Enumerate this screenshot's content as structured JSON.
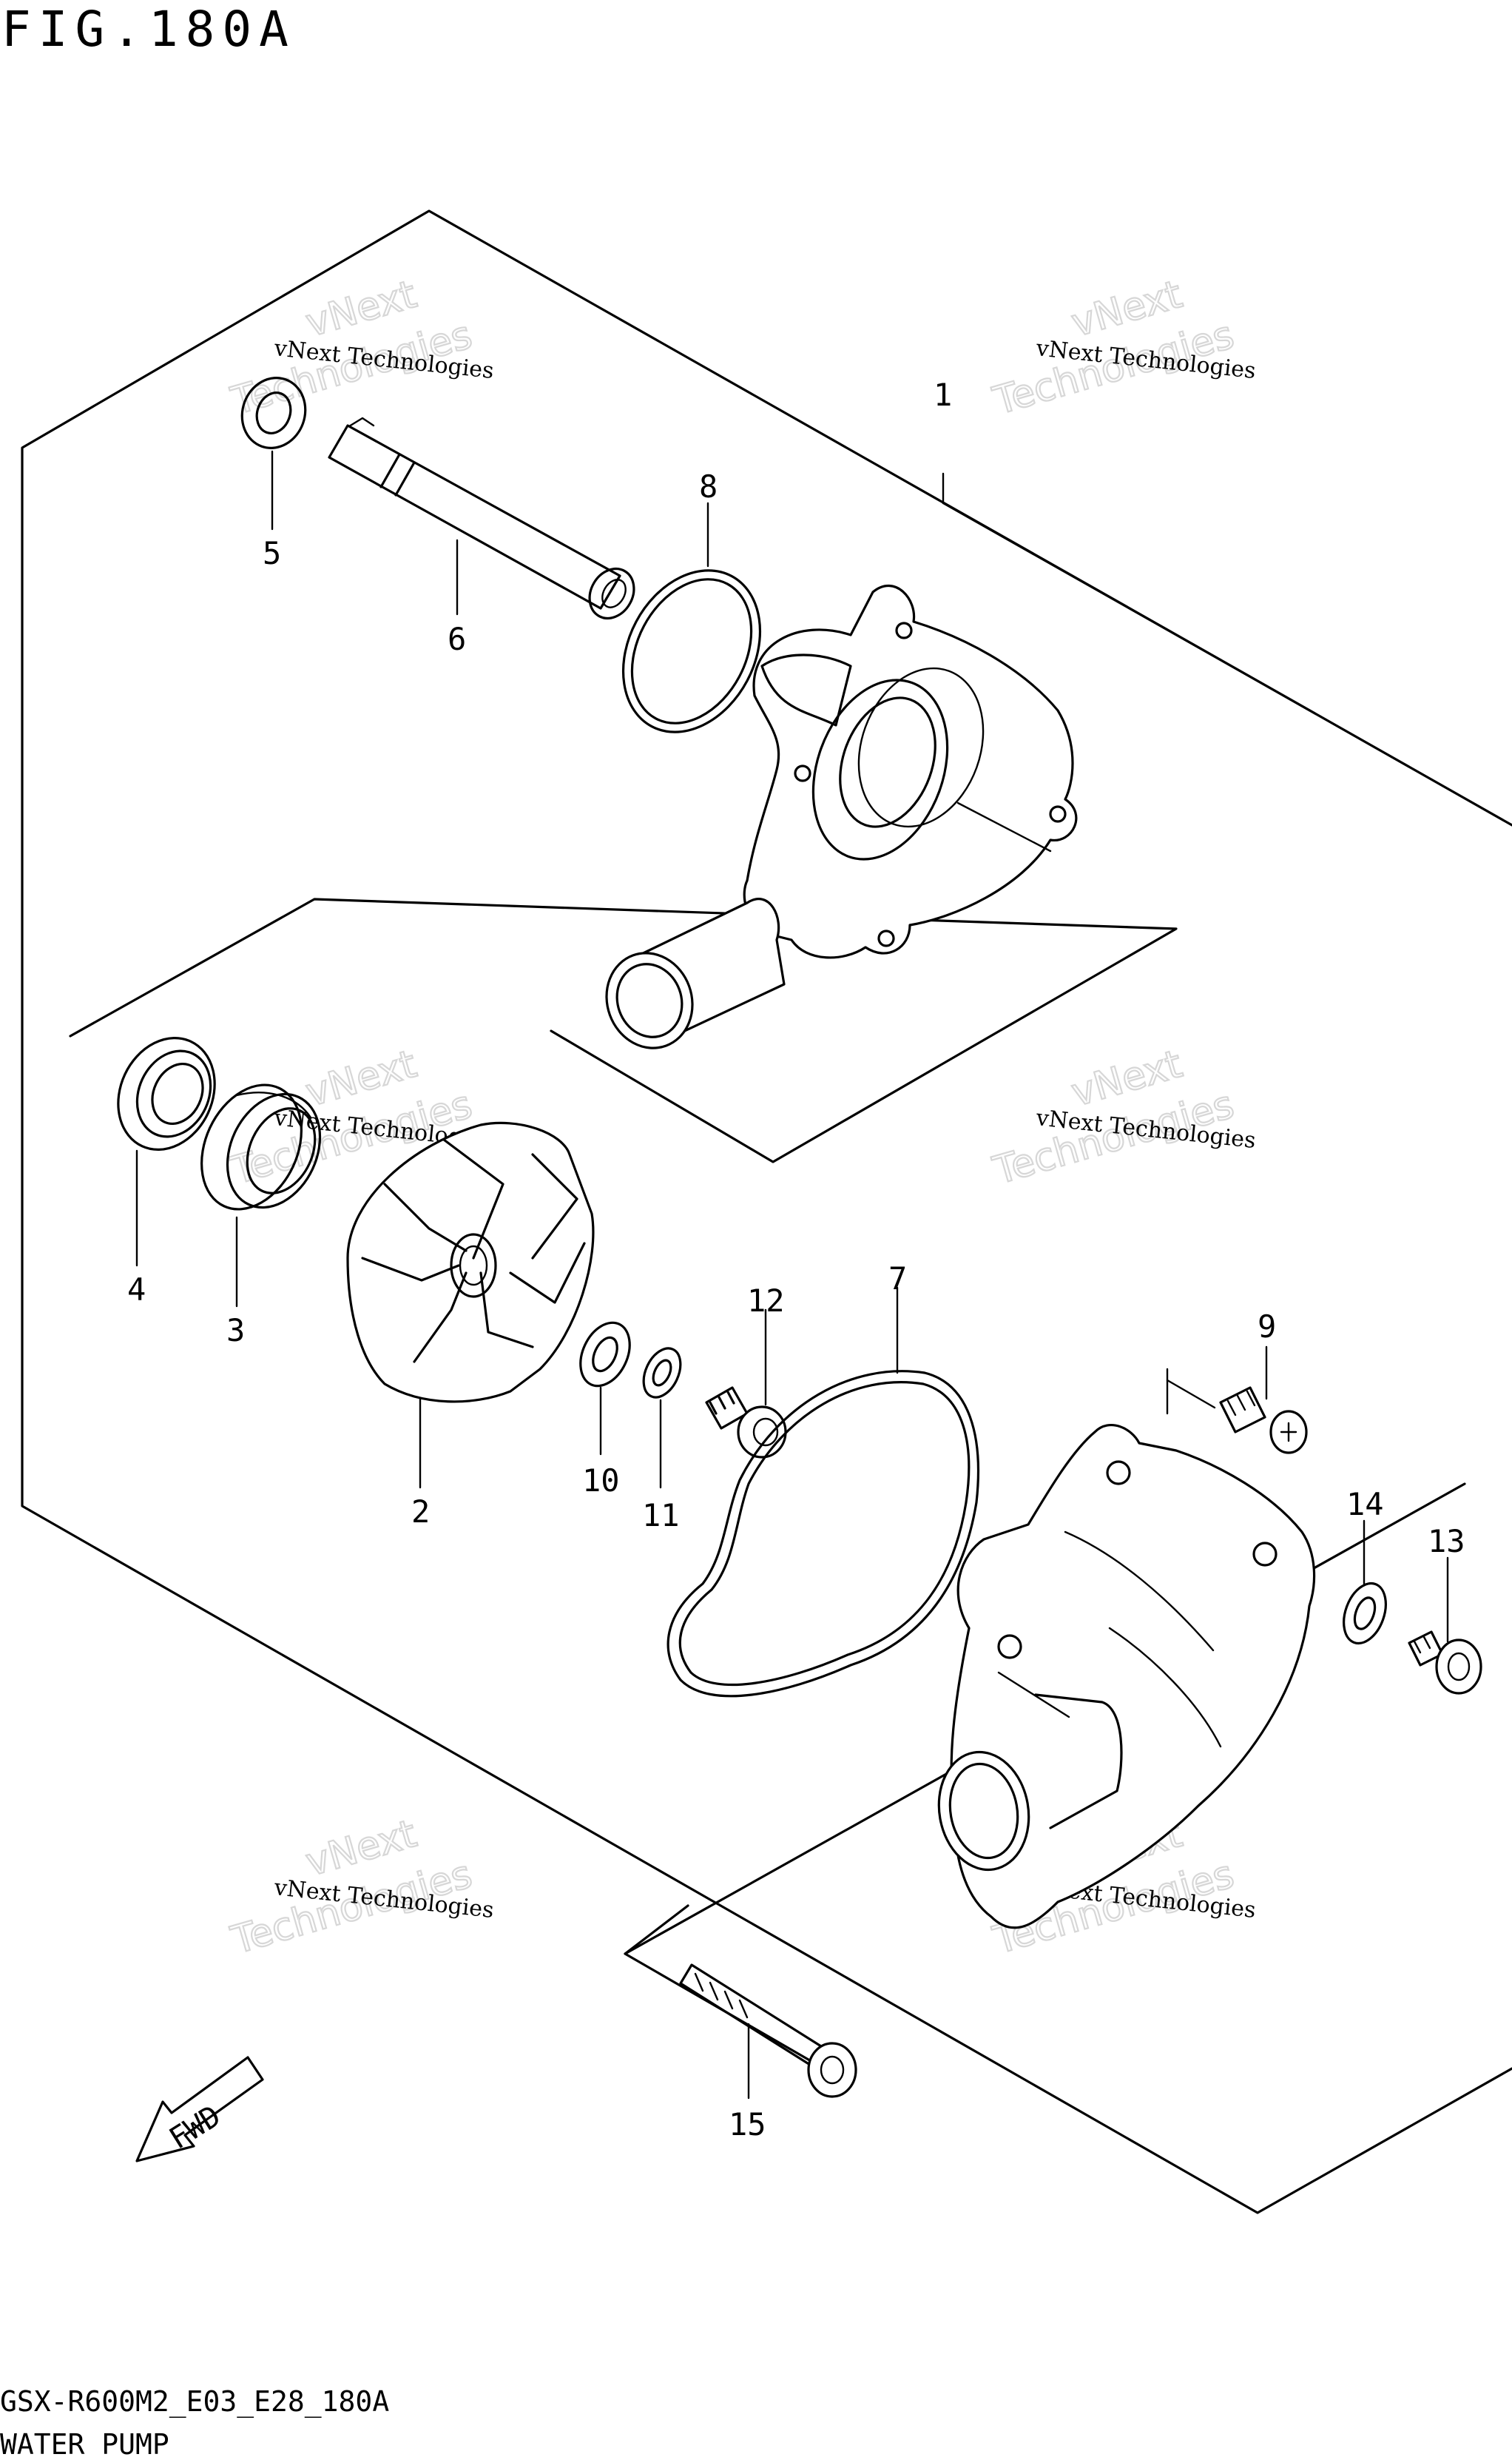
{
  "header": {
    "figure_title": "FIG.180A"
  },
  "footer": {
    "model_code": "GSX-R600M2_E03_E28_180A",
    "section_name": "WATER PUMP"
  },
  "watermark": {
    "line1": "vNext",
    "line2": "Technologies",
    "caption": "vNext Technologies"
  },
  "fwd_arrow": {
    "label": "FWD"
  },
  "callouts": [
    "1",
    "2",
    "3",
    "4",
    "5",
    "6",
    "7",
    "8",
    "9",
    "10",
    "11",
    "12",
    "13",
    "14",
    "15"
  ]
}
